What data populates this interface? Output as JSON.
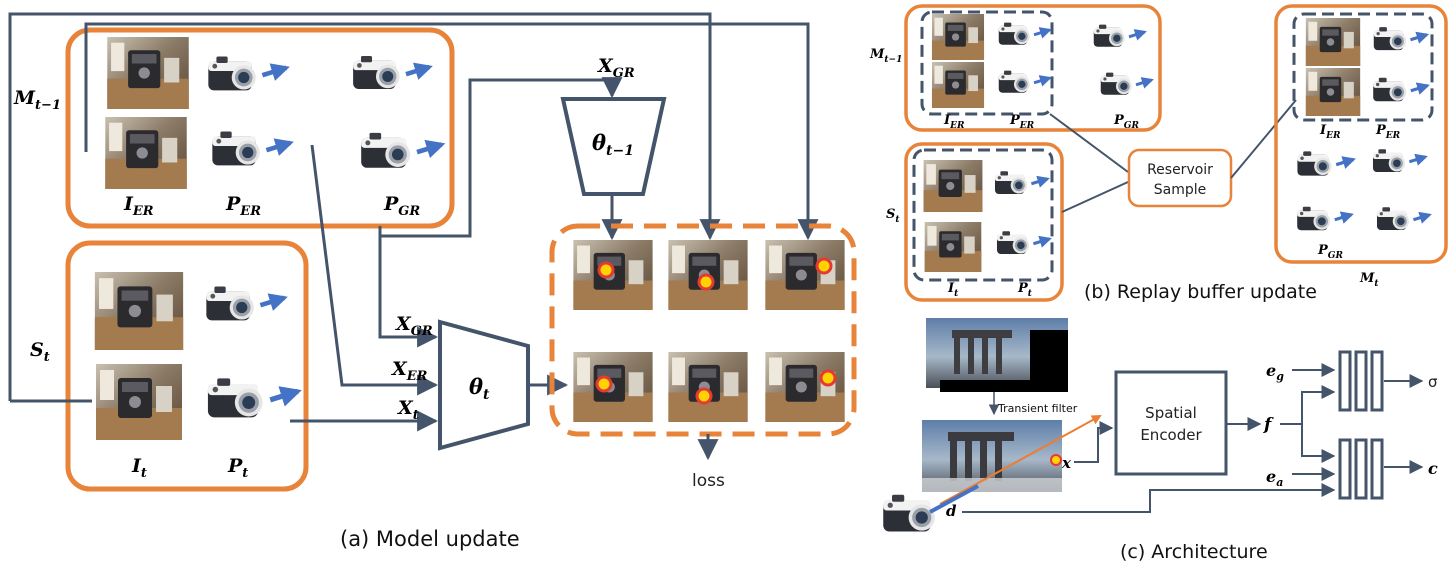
{
  "colors": {
    "accent_orange": "#E8833A",
    "dark_slate": "#44546A",
    "arrow_blue": "#4472C4",
    "ray_orange": "#ED7D31",
    "point_yellow": "#FFD200",
    "point_ring": "#E53935"
  },
  "model_update": {
    "caption": "(a) Model update",
    "memory_label": "M",
    "memory_sub": "t−1",
    "stream_label": "S",
    "stream_sub": "t",
    "img_er_label": "I",
    "img_er_sub": "ER",
    "pose_er_label": "P",
    "pose_er_sub": "ER",
    "pose_gr_label": "P",
    "pose_gr_sub": "GR",
    "img_t_label": "I",
    "img_t_sub": "t",
    "pose_t_label": "P",
    "pose_t_sub": "t",
    "x_gr_top_label": "X",
    "x_gr_top_sub": "GR",
    "theta_prev_label": "θ",
    "theta_prev_sub": "t−1",
    "x_gr_label": "X",
    "x_gr_sub": "GR",
    "x_er_label": "X",
    "x_er_sub": "ER",
    "x_t_label": "X",
    "x_t_sub": "t",
    "theta_label": "θ",
    "theta_sub": "t",
    "loss_label": "loss"
  },
  "replay_buffer": {
    "caption": "(b) Replay buffer update",
    "memory_prev_label": "M",
    "memory_prev_sub": "t−1",
    "img_er_label": "I",
    "img_er_sub": "ER",
    "pose_er_label": "P",
    "pose_er_sub": "ER",
    "pose_gr_label": "P",
    "pose_gr_sub": "GR",
    "stream_label": "S",
    "stream_sub": "t",
    "img_t_label": "I",
    "img_t_sub": "t",
    "pose_t_label": "P",
    "pose_t_sub": "t",
    "reservoir_line1": "Reservoir",
    "reservoir_line2": "Sample",
    "memory_new_label": "M",
    "memory_new_sub": "t",
    "img_er2_label": "I",
    "img_er2_sub": "ER",
    "pose_er2_label": "P",
    "pose_er2_sub": "ER",
    "pose_gr2_label": "P",
    "pose_gr2_sub": "GR"
  },
  "architecture": {
    "caption": "(c) Architecture",
    "transient_filter": "Transient filter",
    "spatial_line1": "Spatial",
    "spatial_line2": "Encoder",
    "x_label": "x",
    "d_label": "d",
    "f_label": "f",
    "eg_label": "e",
    "eg_sub": "g",
    "ea_label": "e",
    "ea_sub": "a",
    "sigma_label": "σ",
    "c_label": "c"
  }
}
